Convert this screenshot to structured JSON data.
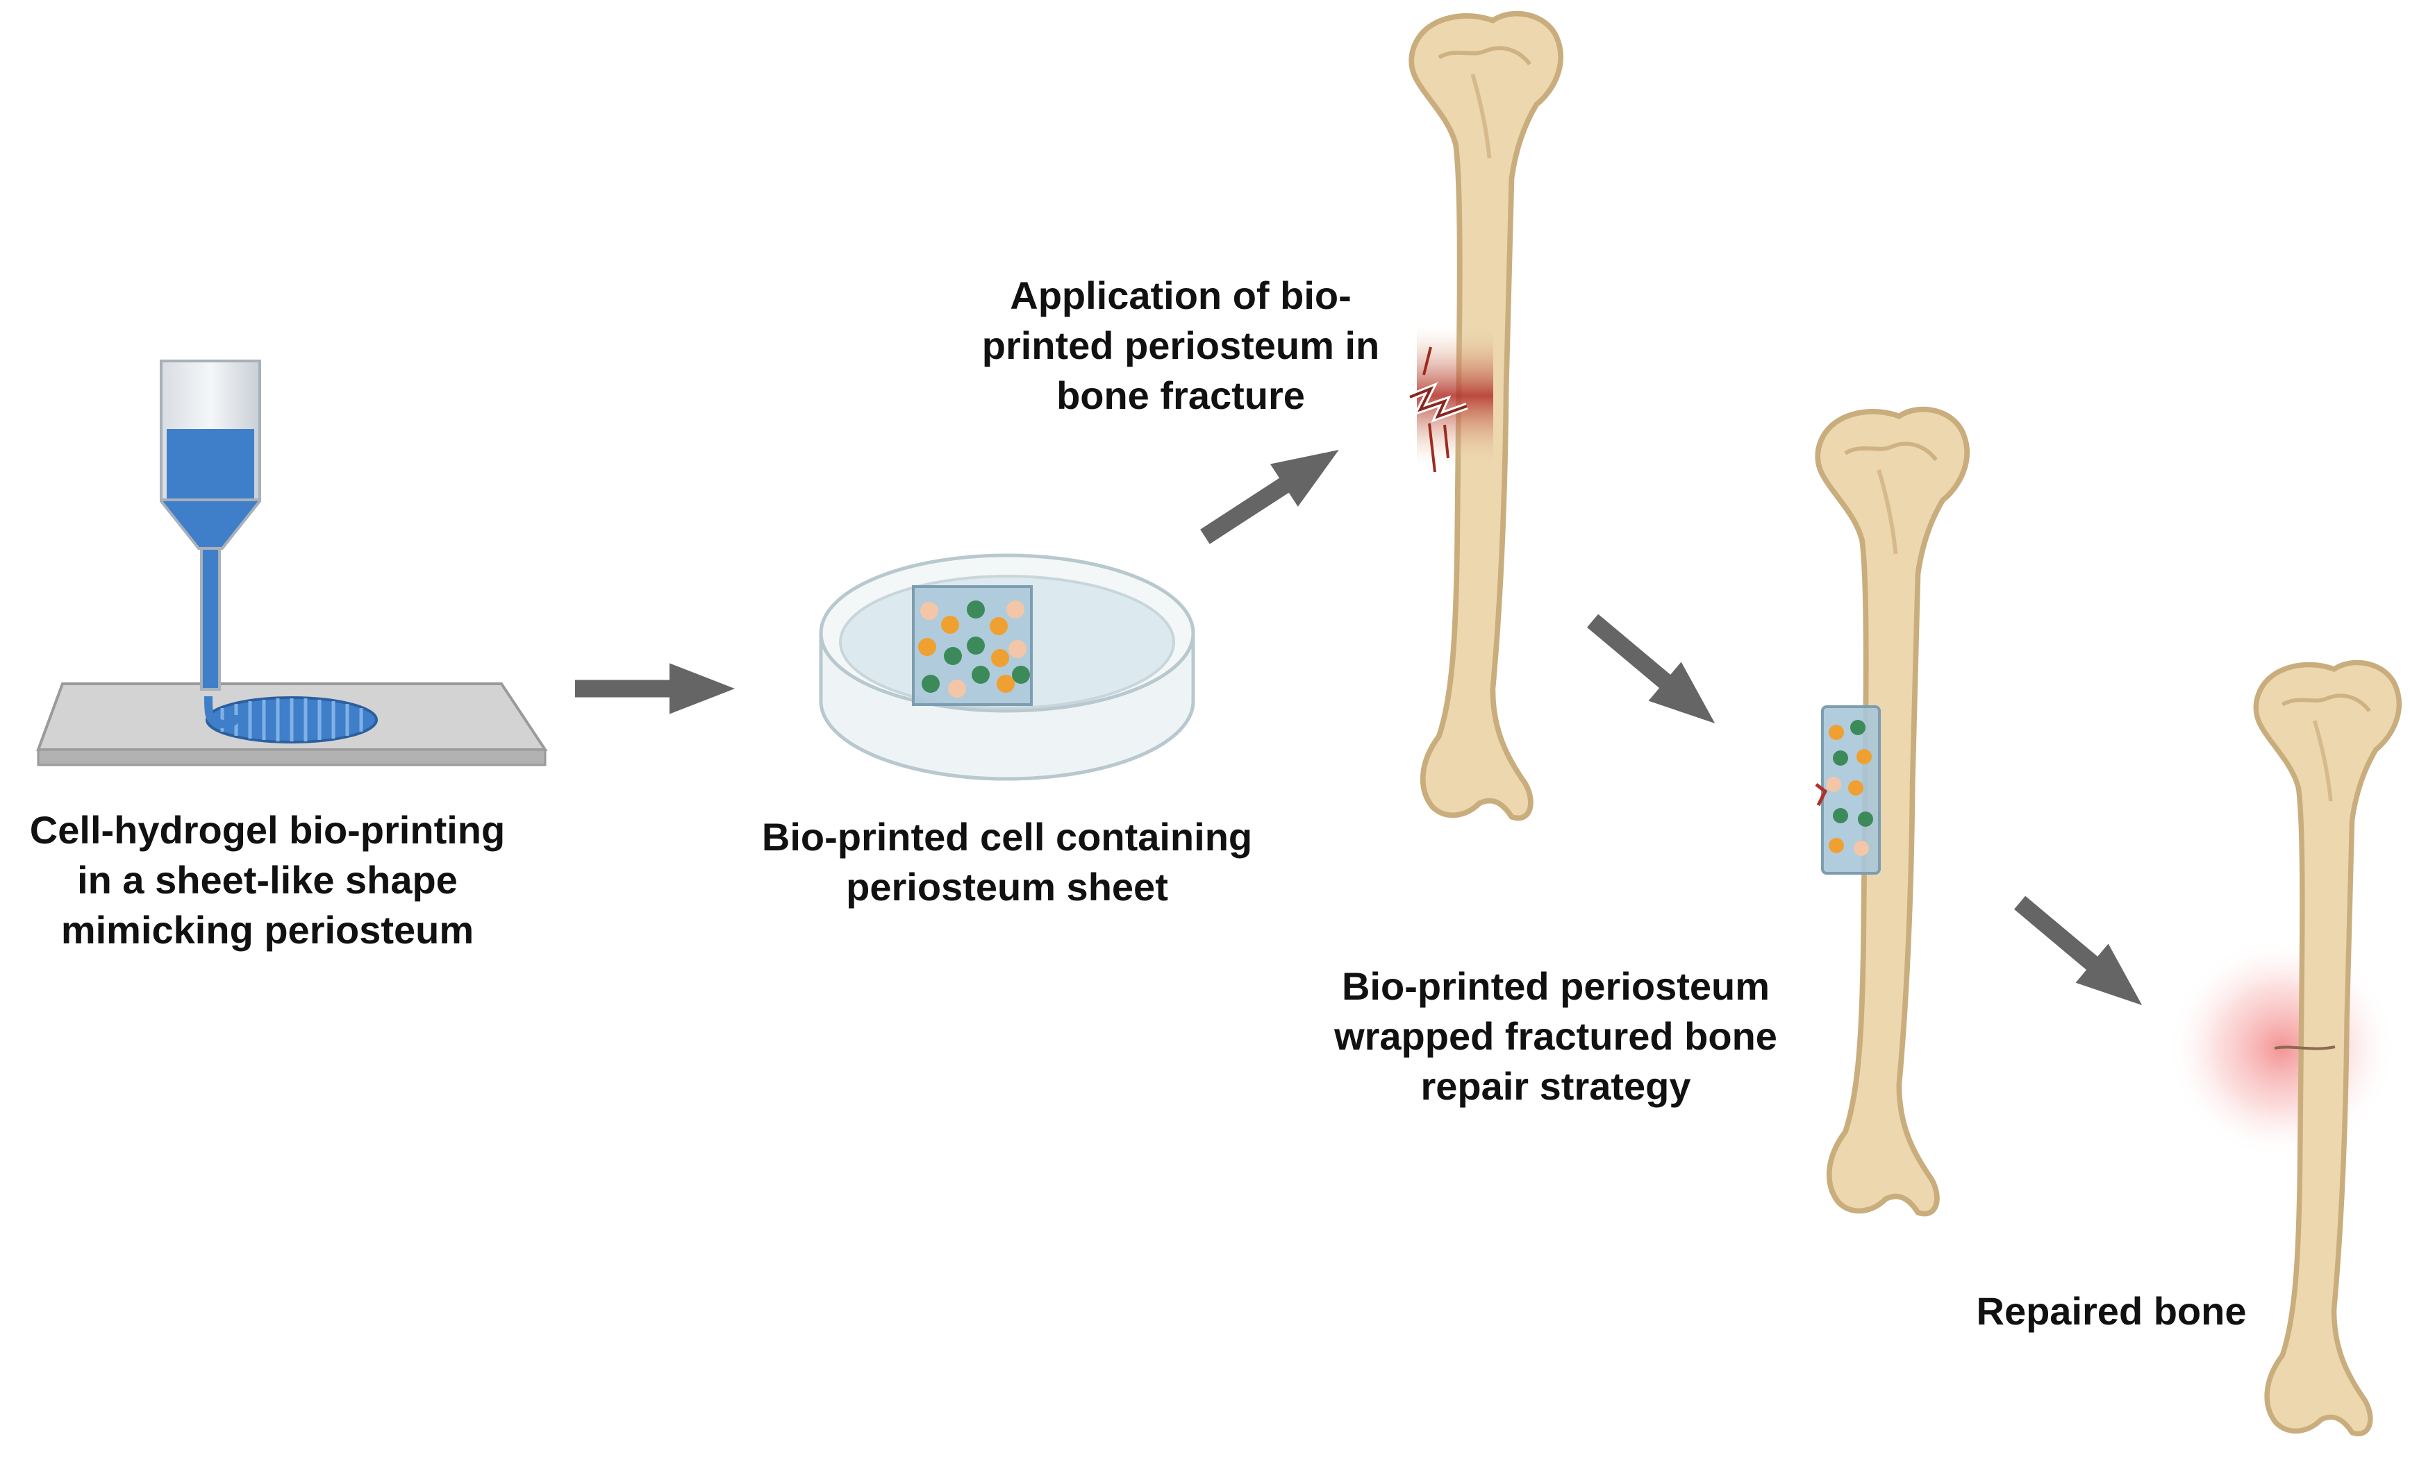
{
  "captions": {
    "bioprinting": [
      "Cell-hydrogel bio-printing",
      "in a sheet-like shape",
      "mimicking periosteum"
    ],
    "sheet": [
      "Bio-printed cell containing",
      "periosteum sheet"
    ],
    "application": [
      "Application of bio-",
      "printed periosteum in",
      "bone fracture"
    ],
    "wrapped": [
      "Bio-printed periosteum",
      "wrapped fractured bone",
      "repair strategy"
    ],
    "repaired": [
      "Repaired bone"
    ]
  },
  "icons": {
    "printer": "bioprinter-nozzle-icon",
    "dish": "petri-dish-icon",
    "bone_fractured": "fractured-bone-icon",
    "bone_wrapped": "wrapped-bone-icon",
    "bone_repaired": "repaired-bone-icon",
    "arrow": "arrow-icon"
  },
  "colors": {
    "bone": "#ecd7ae",
    "bone_stroke": "#c9ad7d",
    "hydrogel": "#3f7fc9",
    "arrow": "#656565",
    "fracture": "#b23028",
    "cell_orange": "#f0a030",
    "cell_green": "#3c8a5a",
    "cell_peach": "#f4c6a8"
  }
}
